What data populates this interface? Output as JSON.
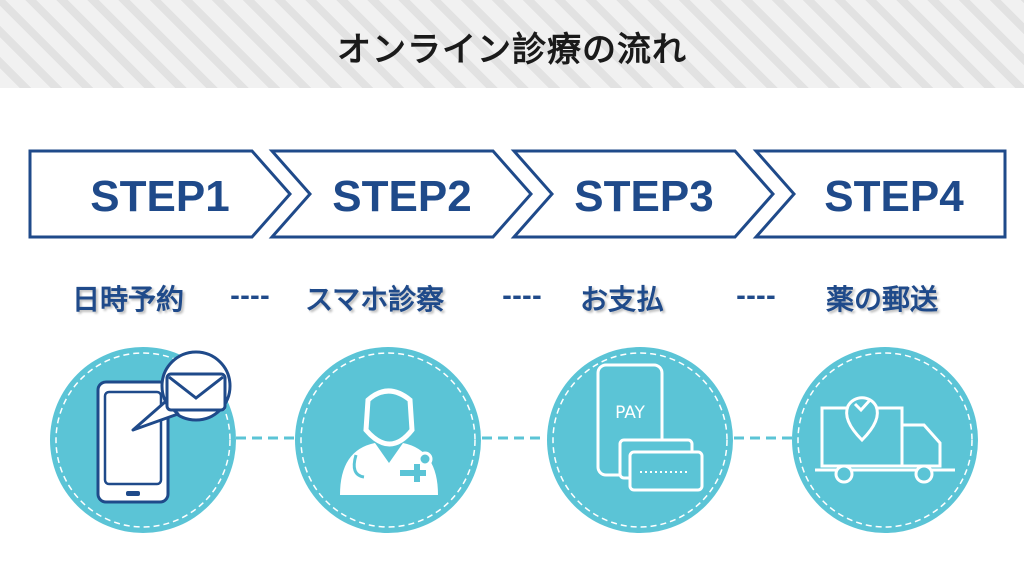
{
  "title": "オンライン診療の流れ",
  "colors": {
    "navy": "#1f4a8a",
    "circle": "#5bc4d6",
    "header_bg": "#eeeeee"
  },
  "steps": [
    {
      "label": "STEP1",
      "name": "日時予約",
      "icon": "smartphone-mail-icon"
    },
    {
      "label": "STEP2",
      "name": "スマホ診察",
      "icon": "doctor-icon"
    },
    {
      "label": "STEP3",
      "name": "お支払",
      "icon": "pay-card-icon"
    },
    {
      "label": "STEP4",
      "name": "薬の郵送",
      "icon": "delivery-truck-icon"
    }
  ],
  "separator": "----"
}
